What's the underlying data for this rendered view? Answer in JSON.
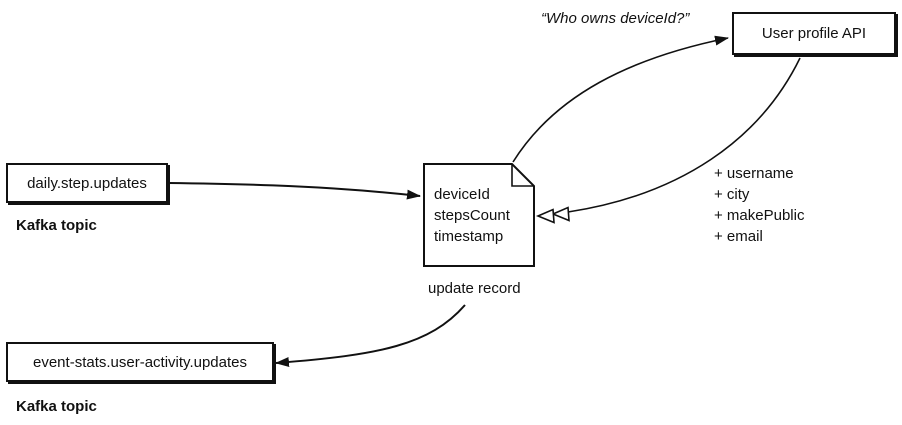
{
  "nodes": {
    "input_topic": {
      "label": "daily.step.updates",
      "caption": "Kafka topic"
    },
    "output_topic": {
      "label": "event-stats.user-activity.updates",
      "caption": "Kafka topic"
    },
    "profile_api": {
      "label": "User profile API"
    },
    "record": {
      "fields": [
        "deviceId",
        "stepsCount",
        "timestamp"
      ],
      "caption": "update record"
    }
  },
  "annotations": {
    "question": "“Who owns deviceId?”",
    "enrichment_fields": [
      "+ username",
      "+ city",
      "+ makePublic",
      "+ email"
    ]
  }
}
